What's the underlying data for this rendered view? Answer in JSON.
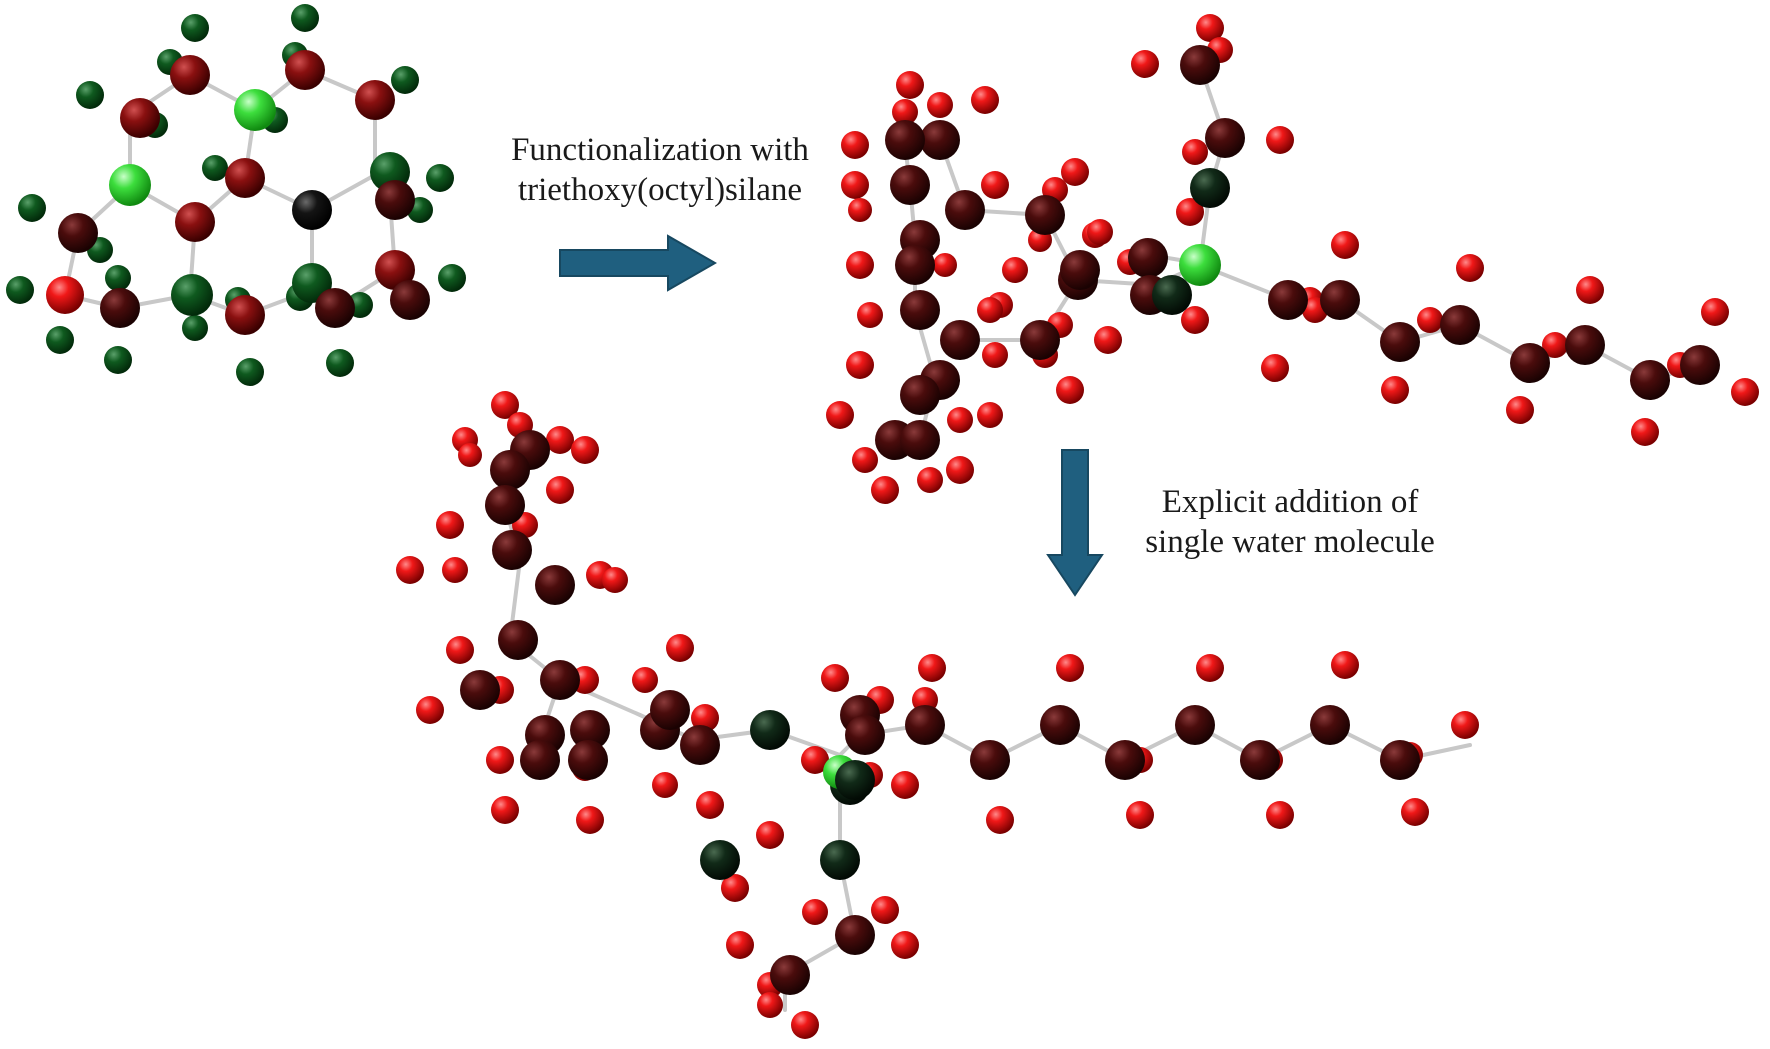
{
  "captions": {
    "step1_line1": "Functionalization with",
    "step1_line2": "triethoxy(octyl)silane",
    "step2_line1": "Explicit addition of",
    "step2_line2": "single water molecule"
  },
  "colors": {
    "arrow": "#1f5f7f",
    "bond": "#c9c9c9",
    "carbon_dark": "#3a0a0a",
    "hydrogen_red": "#e01010",
    "oxygen_darkgreen": "#123a1a",
    "silicon_green": "#3dde3d",
    "atom_green": "#0f5a1f",
    "atom_black": "#0a0a0a"
  }
}
